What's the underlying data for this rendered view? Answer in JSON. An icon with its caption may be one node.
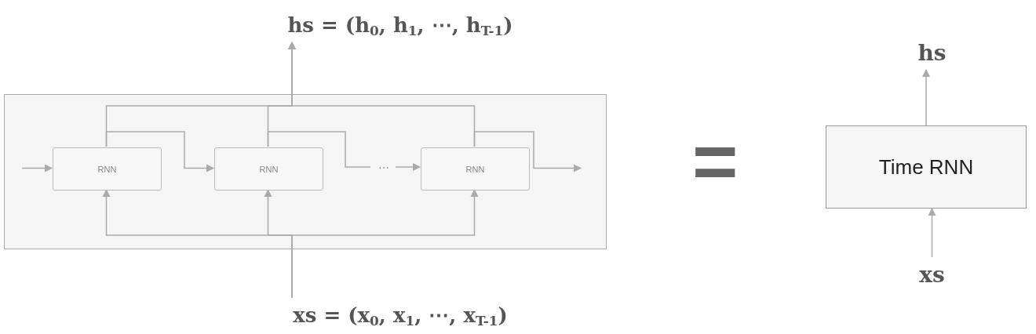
{
  "diagram": {
    "nodes": [
      {
        "text": [
          "hs = (h$_{0}$, h$_{1}$, ⋯, h$_{T-1}$)"
        ]
      },
      {
        "text": [],
        "shape": "box"
      },
      {
        "text": [
          "RNN"
        ],
        "in": 1
      },
      {
        "text": [
          "RNN"
        ],
        "in": 1
      },
      {
        "text": [
          "⋯"
        ],
        "in": 1
      },
      {
        "text": [
          "RNN"
        ],
        "in": 1
      },
      {
        "text": [
          "xs = (x$_{0}$, x$_{1}$, ⋯, x$_{T-1}$)"
        ]
      },
      {
        "text": [
          "hs"
        ]
      },
      {
        "text": [
          "Time RNN"
        ]
      },
      {
        "text": [
          "xs"
        ]
      }
    ],
    "edges": [
      {
        "from": null,
        "to": 2,
        "arrow": "to"
      },
      {
        "from": 2,
        "to": 3,
        "arrow": "to"
      },
      {
        "from": 3,
        "to": 4,
        "arrow": "none"
      },
      {
        "from": 4,
        "to": 5,
        "arrow": "to"
      },
      {
        "from": 5,
        "to": null,
        "arrow": "to"
      },
      {
        "from": 6,
        "to": 2,
        "arrow": "to"
      },
      {
        "from": 6,
        "to": 3,
        "arrow": "to"
      },
      {
        "from": 6,
        "to": 5,
        "arrow": "to"
      },
      {
        "from": 2,
        "to": 0,
        "arrow": "to"
      },
      {
        "from": 3,
        "to": 0,
        "arrow": "to"
      },
      {
        "from": 5,
        "to": 0,
        "arrow": "to"
      },
      {
        "from": 8,
        "to": 7,
        "arrow": "to"
      },
      {
        "from": 9,
        "to": 8,
        "arrow": "to"
      }
    ],
    "labels": [
      "="
    ]
  }
}
